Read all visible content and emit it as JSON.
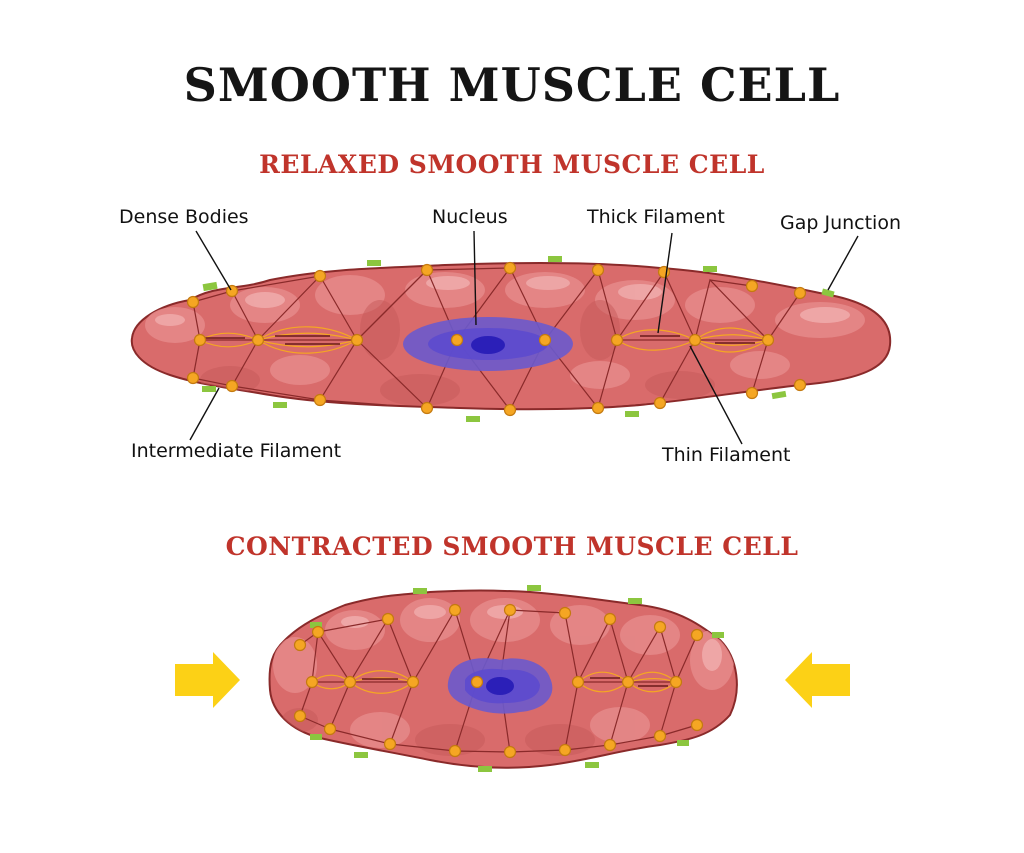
{
  "title": "SMOOTH MUSCLE CELL",
  "relaxed": {
    "heading": "RELAXED SMOOTH MUSCLE CELL",
    "labels": {
      "dense_bodies": "Dense Bodies",
      "nucleus": "Nucleus",
      "thick_filament": "Thick Filament",
      "gap_junction": "Gap Junction",
      "intermediate_filament": "Intermediate Filament",
      "thin_filament": "Thin Filament"
    }
  },
  "contracted": {
    "heading": "CONTRACTED SMOOTH MUSCLE CELL"
  },
  "colors": {
    "heading_red": "#c0342b",
    "cell_fill": "#d96b6b",
    "cell_outline": "#8a2a2a",
    "dense_body": "#f5a623",
    "gap_junction": "#8cc63f",
    "nucleus_outer": "#6a5acd",
    "nucleus_inner": "#2b1fb8",
    "arrow": "#fcd116"
  }
}
